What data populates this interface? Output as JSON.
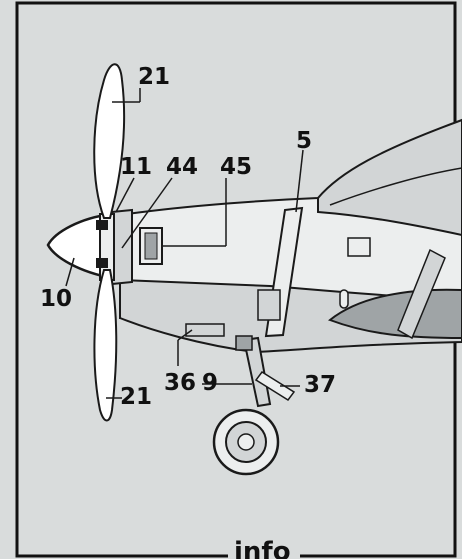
{
  "colors": {
    "page": "#d9dcdc",
    "frame": "#111111",
    "line": "#1a1a1a",
    "fill_light": "#eceeee",
    "fill_mid": "#d2d5d6",
    "fill_dark": "#9fa4a6"
  },
  "callouts": {
    "prop_top": "21",
    "spinner_back": "11",
    "cowl_fastener": "44",
    "intake_panel": "45",
    "frame_line": "5",
    "spinner": "10",
    "lower_panel": "36",
    "gear_leg": "9",
    "gear_door": "37",
    "prop_bottom": "21"
  },
  "footer": {
    "label": "info"
  }
}
